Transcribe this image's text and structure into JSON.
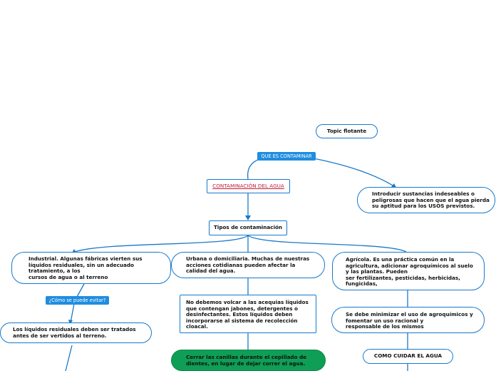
{
  "nodes": {
    "topic_flotante": "Topic flotante",
    "contaminacion_part1": "CONTAMINACIÓN",
    "contaminacion_part2": " DEL AGUA",
    "introducir": "Introducir sustancias indeseables o\npeligrosas que hacen que el agua pierda\nsu aptitud para los USOS previstos.",
    "tipos": "Tipos de contaminación",
    "industrial": "Industrial. Algunas fábricas vierten sus\nlíquidos residuales, sin un adecuado\ntratamiento, a los\ncursos de agua o al terreno",
    "urbana": "Urbana o domiciliaria. Muchas de nuestras\nacciones cotidianas pueden afectar la\ncalidad del agua.",
    "agricola": "Agrícola. Es una práctica común en la\nagricultura, adicionar agroquímicos al suelo\ny las plantas. Pueden\nser fertilizantes, pesticidas, herbicidas,\nfungicidas,",
    "liquidos": "Los líquidos residuales deben ser tratados\nantes de ser vertidos al terreno.",
    "no_debemos": "No debemos volcar a las acequias líquidos\nque contengan jabones, detergentes o\ndesinfectantes. Estos líquidos deben\nincorporarse al sistema de recolección\ncloacal.",
    "minimizar": "Se debe minimizar el uso de agroquímicos y\nfomentar un uso racional y\nresponsable de los mismos",
    "cerrar": "Cerrar las canillas durante el cepillado de\ndientes, en lugar de dejar correr el agua.",
    "como_cuidar": "COMO CUIDAR EL AGUA"
  },
  "tags": {
    "que_es": "QUE ES CONTAMINAR",
    "como_evitar": "¿Cómo se puede evitar?"
  },
  "colors": {
    "border": "#1a79c9",
    "tag": "#1f8de0",
    "green": "#0f9e55",
    "link_text": "#c0203c"
  }
}
